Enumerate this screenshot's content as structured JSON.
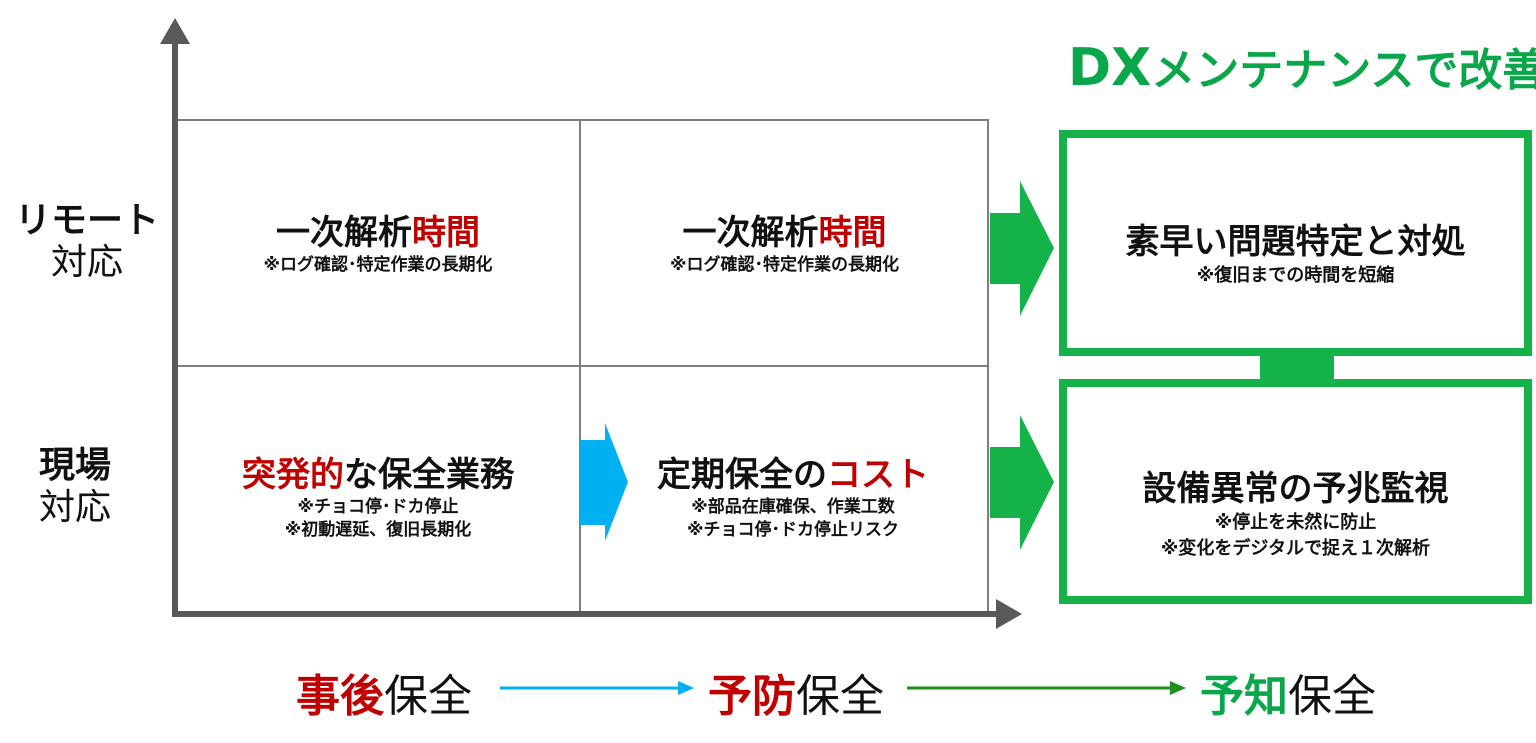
{
  "y_axis": {
    "remote": {
      "line1": "リモート",
      "line2": "対応"
    },
    "onsite": {
      "line1": "現場",
      "line2": "対応"
    }
  },
  "quadrants": {
    "top_left": {
      "head_plain": "一次解析",
      "head_accent": "時間",
      "note": "※ログ確認･特定作業の長期化"
    },
    "top_right": {
      "head_plain": "一次解析",
      "head_accent": "時間",
      "note": "※ログ確認･特定作業の長期化"
    },
    "bottom_left": {
      "head_accent": "突発的",
      "head_plain": "な保全業務",
      "note1": "※チョコ停･ドカ停止",
      "note2": "※初動遅延、復旧長期化"
    },
    "bottom_right": {
      "head_plain": "定期保全の",
      "head_accent": "コスト",
      "note1": "※部品在庫確保、作業工数",
      "note2": "※チョコ停･ドカ停止リスク"
    }
  },
  "dx_panel": {
    "title_big": "DX",
    "title_rest": "メンテナンスで改善",
    "top_box": {
      "head": "素早い問題特定と対処",
      "note": "※復旧までの時間を短縮"
    },
    "bottom_box": {
      "head": "設備異常の予兆監視",
      "note1": "※停止を未然に防止",
      "note2": "※変化をデジタルで捉え１次解析"
    }
  },
  "progression": {
    "stage1": {
      "accent": "事後",
      "plain": "保全"
    },
    "stage2": {
      "accent": "予防",
      "plain": "保全"
    },
    "stage3": {
      "accent": "予知",
      "plain": "保全"
    }
  },
  "colors": {
    "accent_red": "#c00000",
    "green": "#15b24a",
    "cyan": "#00b0f0",
    "axis_gray": "#595959"
  }
}
